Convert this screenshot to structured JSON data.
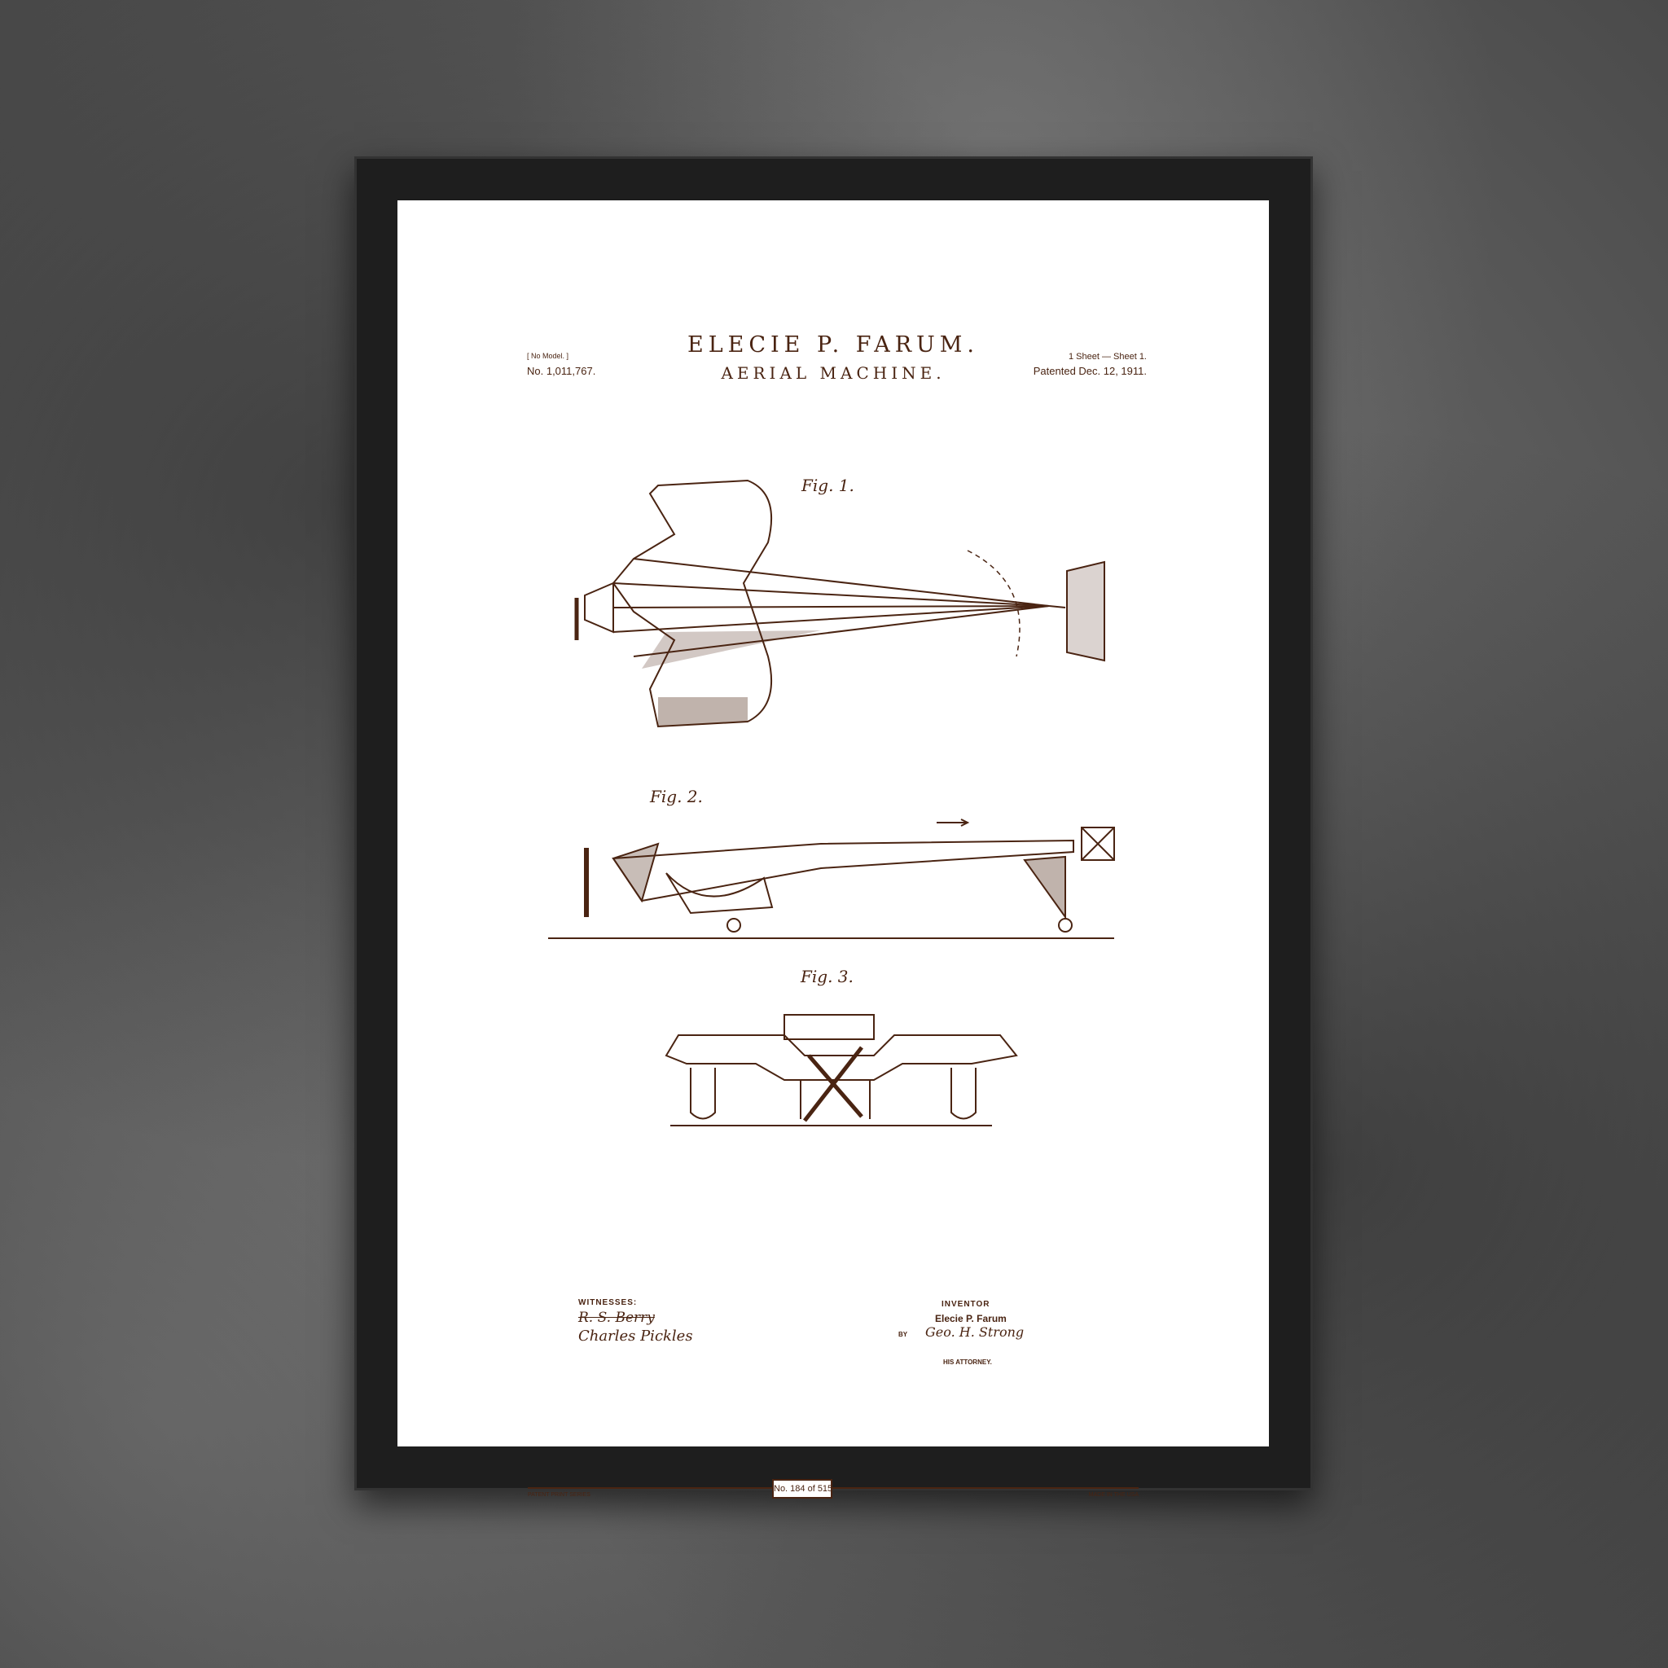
{
  "header": {
    "inventor": "ELECIE P. FARUM.",
    "title": "AERIAL MACHINE.",
    "model": "[ No Model. ]",
    "patent_number": "No. 1,011,767.",
    "sheet": "1 Sheet — Sheet 1.",
    "patented": "Patented Dec. 12, 1911."
  },
  "figures": [
    "Fig. 1.",
    "Fig. 2.",
    "Fig. 3."
  ],
  "signatures": {
    "witnesses_label": "WITNESSES:",
    "witness_1": "R. S. Berry",
    "witness_2": "Charles Pickles",
    "inventor_label": "INVENTOR",
    "inventor_name": "Elecie P. Farum",
    "by": "BY",
    "attorney_signature": "Geo. H. Strong",
    "attorney_label": "HIS ATTORNEY."
  },
  "footer": {
    "left": "PATENT PRINT SERIES",
    "edition": "No. 184 of 515",
    "right": "MADE IN THE USA"
  },
  "colors": {
    "ink": "#4a2412",
    "frame": "#1e1e1e",
    "paper": "#ffffff",
    "wall": "#6e6e6e"
  }
}
